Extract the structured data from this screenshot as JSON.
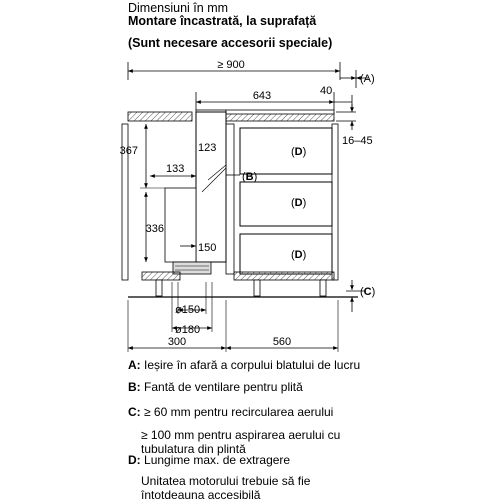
{
  "header": {
    "line1": "Dimensiuni în mm",
    "line2": "Montare încastrată, la suprafață",
    "line3": "(Sunt necesare accesorii speciale)"
  },
  "dimensions": {
    "min_width": "≥ 900",
    "width_643": "643",
    "dim_40": "40",
    "dim_16_45": "16–45",
    "dim_367": "367",
    "dim_123": "123",
    "dim_133": "133",
    "dim_336": "336",
    "dim_150": "150",
    "dia_150": "ø150",
    "dia_180": "ø180",
    "dim_300": "300",
    "dim_560": "560"
  },
  "markers": {
    "A": "A",
    "B": "B",
    "C": "C",
    "D1": "D",
    "D2": "D",
    "D3": "D"
  },
  "legend": {
    "A_key": "A:",
    "A_text": "Ieșire în afară a corpului blatului de lucru",
    "B_key": "B:",
    "B_text": "Fantă de ventilare pentru plită",
    "C_key": "C:",
    "C_text1": "≥ 60 mm pentru recircularea aerului",
    "C_text2": "≥ 100 mm pentru aspirarea aerului cu",
    "C_text3": "tubulatura din plintă",
    "D_key": "D:",
    "D_text": "Lungime max. de extragere",
    "note1": "Unitatea motorului trebuie să fie",
    "note2": "întotdeauna accesibilă"
  }
}
